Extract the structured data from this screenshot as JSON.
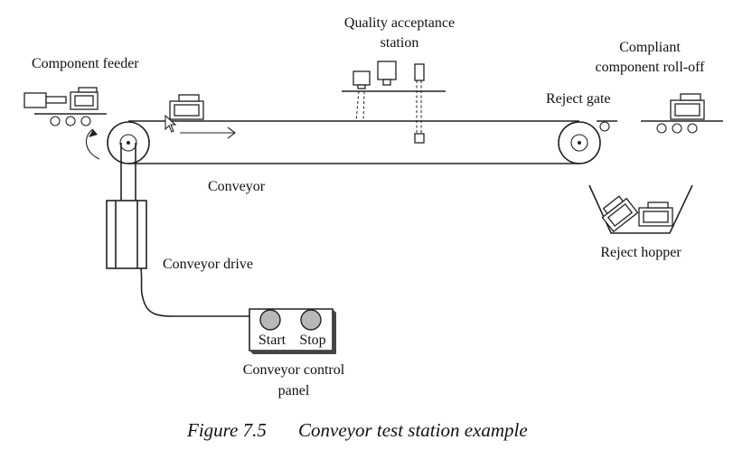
{
  "labels": {
    "component_feeder": "Component feeder",
    "quality_station_line1": "Quality acceptance",
    "quality_station_line2": "station",
    "compliant_line1": "Compliant",
    "compliant_line2": "component roll-off",
    "reject_gate": "Reject gate",
    "conveyor": "Conveyor",
    "reject_hopper": "Reject hopper",
    "conveyor_drive": "Conveyor drive",
    "control_panel_line1": "Conveyor control",
    "control_panel_line2": "panel"
  },
  "buttons": {
    "start": "Start",
    "stop": "Stop"
  },
  "caption": {
    "figure_number": "Figure 7.5",
    "title": "Conveyor test station example"
  },
  "colors": {
    "stroke": "#222222",
    "button_fill": "#b8b8b8"
  }
}
